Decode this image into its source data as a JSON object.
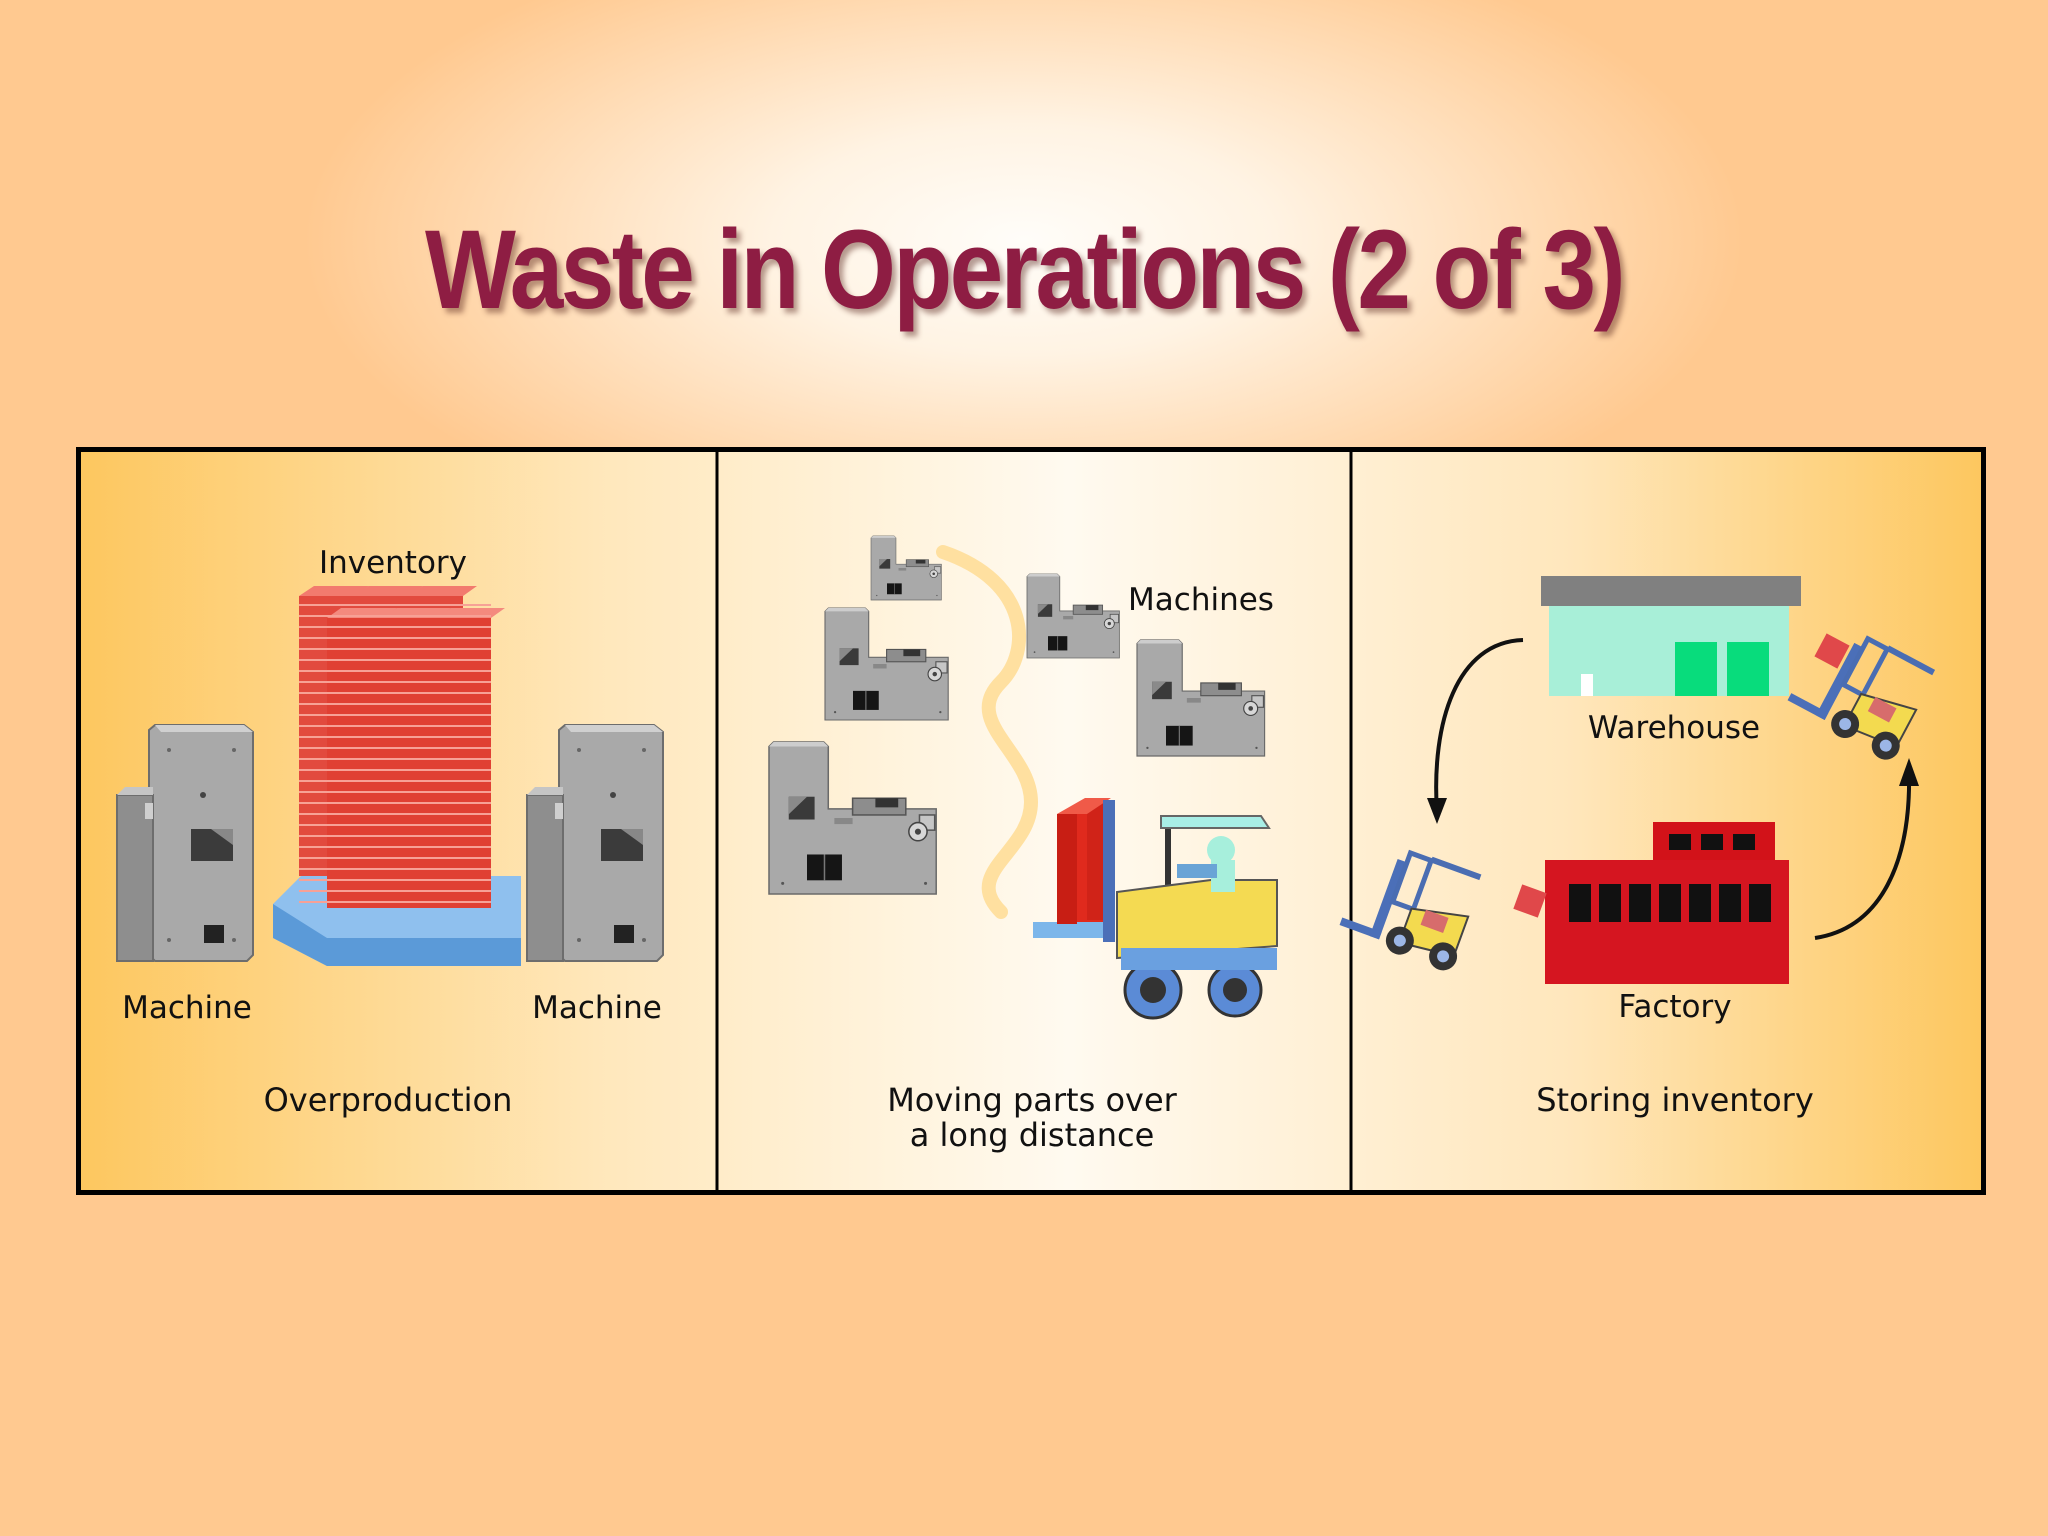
{
  "slide": {
    "title": "Waste in Operations (2 of 3)"
  },
  "panels": [
    {
      "caption_lines": [
        "Overproduction"
      ],
      "labels": {
        "inventory": "Inventory",
        "machine_left": "Machine",
        "machine_right": "Machine"
      }
    },
    {
      "caption_lines": [
        "Moving parts over",
        "a long distance"
      ],
      "labels": {
        "machines": "Machines"
      }
    },
    {
      "caption_lines": [
        "Storing inventory"
      ],
      "labels": {
        "warehouse": "Warehouse",
        "factory": "Factory"
      }
    }
  ],
  "colors": {
    "title": "#8e1d43",
    "inventory": "#e4463b",
    "machine": "#a8a8a8",
    "pallet": "#7cb6ea",
    "forklift": "#f3da4f",
    "warehouse": "#a8efd9",
    "factory": "#d5141d"
  }
}
